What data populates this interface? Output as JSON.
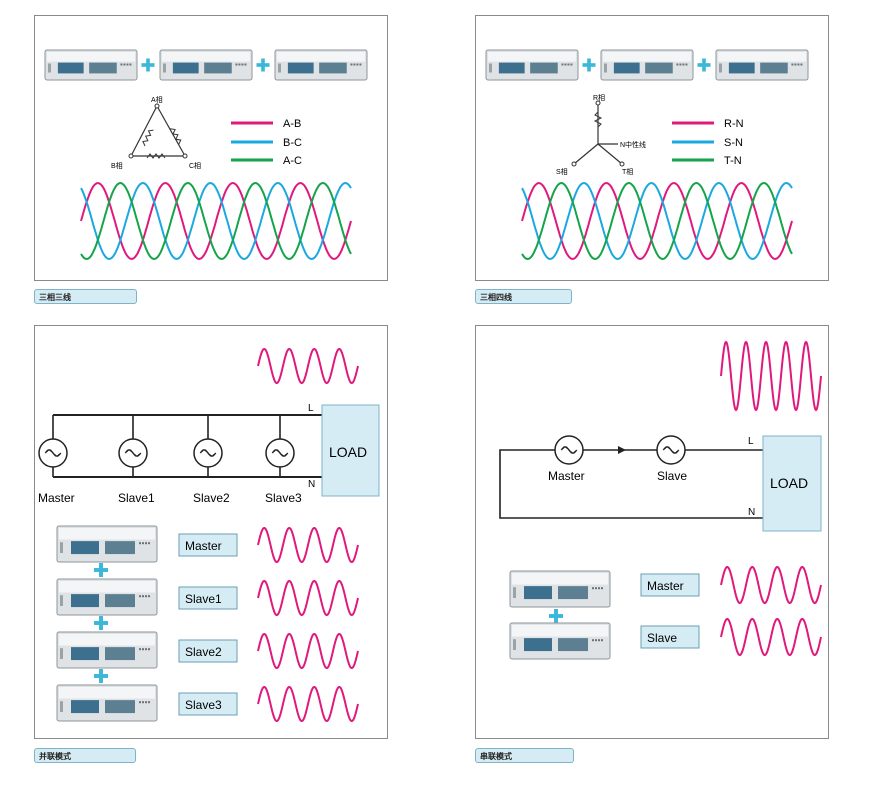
{
  "panels": [
    {
      "caption": "三相三线",
      "vertices": [
        "A相",
        "B相",
        "C相"
      ],
      "legend": [
        {
          "label": "A-B",
          "color": "#e0197d"
        },
        {
          "label": "B-C",
          "color": "#1ba8e0"
        },
        {
          "label": "A-C",
          "color": "#15a44a"
        }
      ]
    },
    {
      "caption": "三相四线",
      "vertices": [
        "R相",
        "S相",
        "T相"
      ],
      "neutral": "N中性线",
      "legend": [
        {
          "label": "R-N",
          "color": "#e0197d"
        },
        {
          "label": "S-N",
          "color": "#1ba8e0"
        },
        {
          "label": "T-N",
          "color": "#15a44a"
        }
      ]
    },
    {
      "caption": "并联模式",
      "sources": [
        "Master",
        "Slave1",
        "Slave2",
        "Slave3"
      ],
      "load": "LOAD",
      "l": "L",
      "n": "N"
    },
    {
      "caption": "串联模式",
      "sources": [
        "Master",
        "Slave"
      ],
      "load": "LOAD",
      "l": "L",
      "n": "N"
    }
  ],
  "colors": {
    "wave": "#e0197d",
    "label_box": "#d6ecf4",
    "plus": "#3bb7d8"
  }
}
